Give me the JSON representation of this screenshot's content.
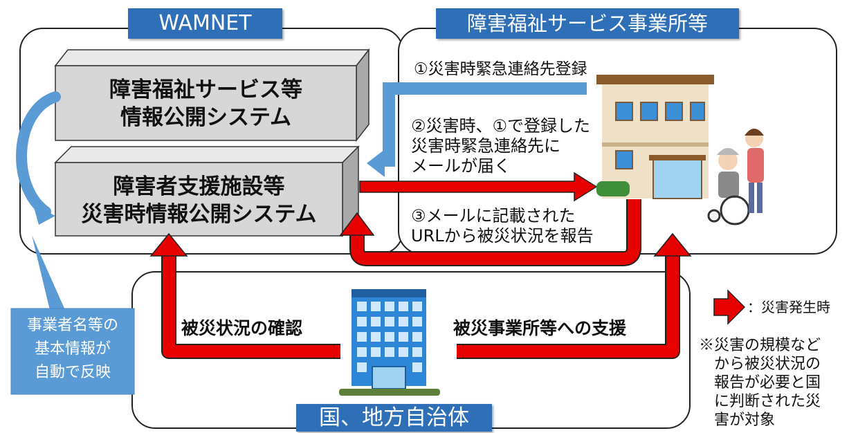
{
  "panels": {
    "wamnet": {
      "title": "WAMNET"
    },
    "facilities": {
      "title": "障害福祉サービス事業所等"
    },
    "government": {
      "title": "国、地方自治体"
    }
  },
  "systems": {
    "info_disclosure": {
      "lines": [
        "障害福祉サービス等",
        "情報公開システム"
      ]
    },
    "disaster_disclosure": {
      "lines": [
        "障害者支援施設等",
        "災害時情報公開システム"
      ]
    }
  },
  "steps": {
    "step1": "①災害時緊急連絡先登録",
    "step2": [
      "②災害時、①で登録した",
      "災害時緊急連絡先に",
      "メールが届く"
    ],
    "step3": [
      "③メールに記載された",
      "URLから被災状況を報告"
    ]
  },
  "flows": {
    "confirm": "被災状況の確認",
    "support": "被災事業所等への支援"
  },
  "callout": {
    "lines": [
      "事業者名等の",
      "基本情報が",
      "自動で反映"
    ]
  },
  "legend": {
    "label": "：災害発生時"
  },
  "note": {
    "lines": [
      "※災害の規模など",
      "から被災状況の",
      "報告が必要と国",
      "に判断された災",
      "害が対象"
    ]
  },
  "colors": {
    "arrow_red": "#e60000",
    "header_blue": "#2f6fb7",
    "light_blue": "#5b9bd5"
  },
  "icons": {
    "facility": "care-facility-illustration",
    "government": "office-building-illustration"
  }
}
